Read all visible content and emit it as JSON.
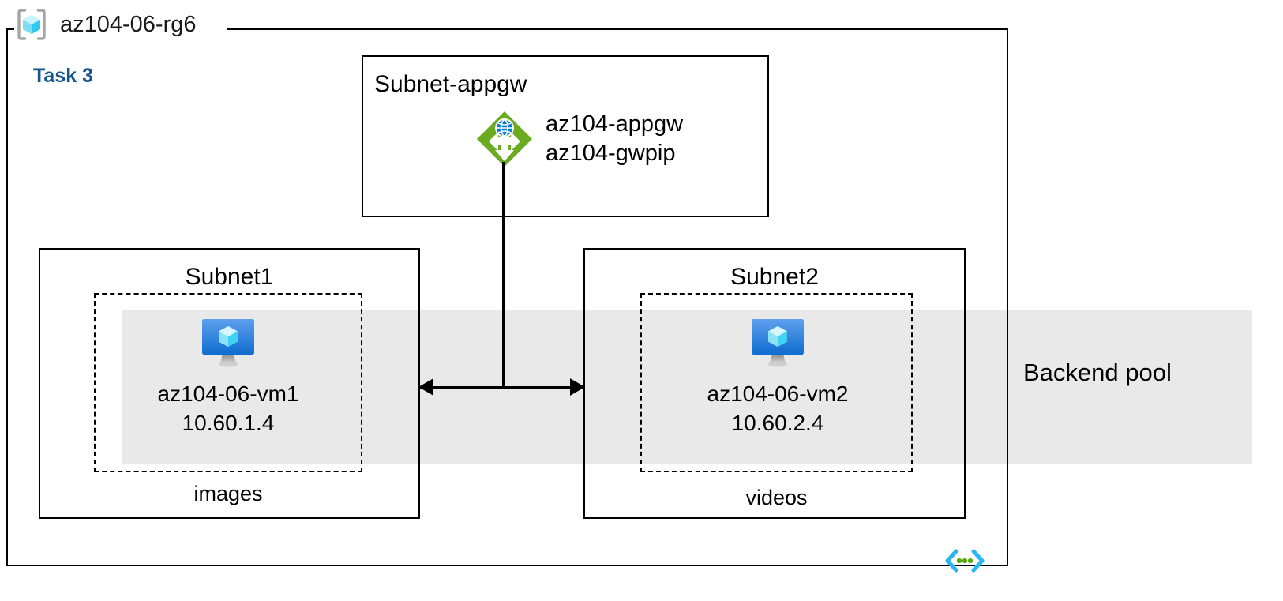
{
  "diagram": {
    "title": "az104-06-rg6",
    "task_label": "Task 3",
    "resource_group_icon": "resource-group-icon",
    "template_icon": "arm-template-icon"
  },
  "backend_pool": {
    "label": "Backend pool",
    "band_color": "#e9e9e9"
  },
  "subnets": [
    {
      "id": "subnet-appgw",
      "title": "Subnet-appgw",
      "title_align": "left"
    },
    {
      "id": "subnet1",
      "title": "Subnet1",
      "title_align": "center"
    },
    {
      "id": "subnet2",
      "title": "Subnet2",
      "title_align": "center"
    }
  ],
  "appgw": {
    "icon": "application-gateway-icon",
    "name": "az104-appgw",
    "public_ip": "az104-gwpip",
    "icon_color": "#6aab22",
    "globe_color": "#0a7bd4"
  },
  "vms": [
    {
      "id": "vm1",
      "icon": "virtual-machine-icon",
      "name": "az104-06-vm1",
      "ip": "10.60.1.4",
      "storage_caption": "images"
    },
    {
      "id": "vm2",
      "icon": "virtual-machine-icon",
      "name": "az104-06-vm2",
      "ip": "10.60.2.4",
      "storage_caption": "videos"
    }
  ],
  "colors": {
    "task_text": "#15558a",
    "border": "#000000",
    "vm_monitor_top": "#5ea0ee",
    "vm_monitor_bottom": "#0f6cce",
    "cube_light": "#9fe8fb",
    "cube_mid": "#35cdf0",
    "rg_bracket": "#a6a6a6"
  }
}
